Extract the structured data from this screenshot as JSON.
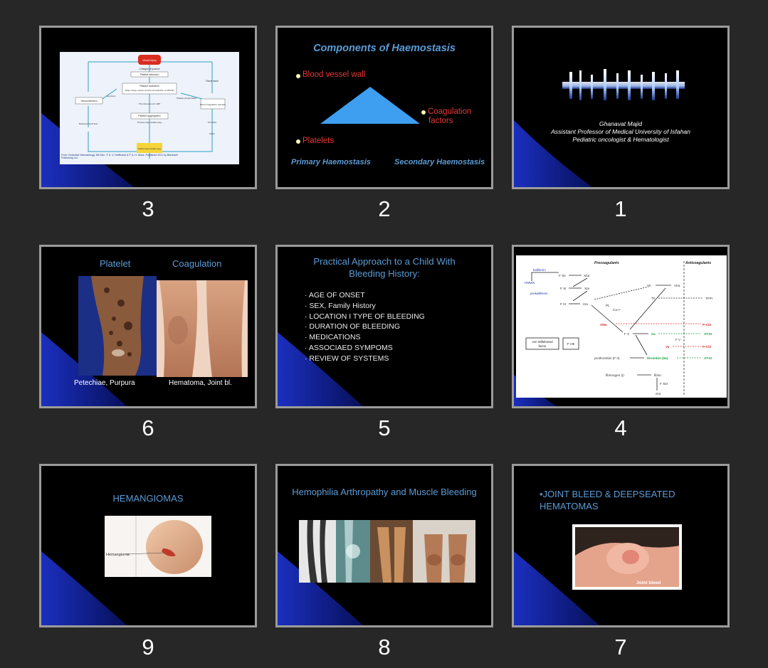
{
  "slides": [
    {
      "number": "3",
      "content": {
        "flow_footer": "From: Essential Haematology, 6th Edn. © A. V. Hoffbrand & P. A. H. Moss. Published 2011 by Blackwell Publishing Ltd.",
        "nodes": [
          "Vessel injury",
          "Collagen exposure",
          "Platelet adhesion",
          "Platelet activation",
          "Shape change, granule secretion and activation of GPIIb/IIIa",
          "Tissue factor",
          "Serotonin",
          "Thromboxane A2, ADP",
          "Vasoconstriction",
          "Platelet phospholipid",
          "Blood coagulation cascade",
          "Platelet aggregation",
          "Reduced blood flow",
          "Primary haemostatic plug",
          "Thrombin",
          "Fibrin",
          "Stable haemostatic plug"
        ]
      }
    },
    {
      "number": "2",
      "content": {
        "title": "Components of Haemostasis",
        "vessel": "Blood vessel wall",
        "coag1": "Coagulation",
        "coag2": "factors",
        "platelets": "Platelets",
        "primary": "Primary Haemostasis",
        "secondary": "Secondary Haemostasis"
      }
    },
    {
      "number": "1",
      "content": {
        "line1": "Ghanavat Majid",
        "line2": "Assistant Professor of Medical University of Isfahan",
        "line3": "Pediatric oncologist & Hematologist"
      }
    },
    {
      "number": "6",
      "content": {
        "platelet": "Platelet",
        "coagulation": "Coagulation",
        "cap_left": "Petechiae, Purpura",
        "cap_right": "Hematoma, Joint bl."
      }
    },
    {
      "number": "5",
      "content": {
        "title1": "Practical Approach to a Child With",
        "title2": "Bleeding History:",
        "bullets": [
          "AGE OF ONSET",
          "SEX, Family History",
          "LOCATION I TYPE OF BLEEDING",
          "DURATION OF BLEEDING",
          "MEDICATIONS",
          "ASSOCIAED SYMPOMS",
          "REVIEW OF SYSTEMS"
        ]
      }
    },
    {
      "number": "4",
      "content": {
        "procoag": "Procoagulants",
        "anticoag": "Anticoagulants",
        "kallikrein": "kallikrein",
        "hmwk": "HMWK",
        "prekallikrein": "prekallikrein",
        "fxii": "F XII",
        "xiia": "XIIa",
        "fxi": "F XI",
        "xia": "XIa",
        "fix": "F IX",
        "ixa": "IXa",
        "vii": "VII",
        "viia": "VIIa",
        "tf": "TF",
        "tfpi": "TFPI",
        "pl": "PL",
        "ca": "Ca++",
        "viiia": "VIIIa",
        "pcs": "P-C/S",
        "fx": "F X",
        "xa": "Xa",
        "at3": "AT-III",
        "fv": "F V",
        "va": "Va",
        "prothrombin": "prothrombin (F II)",
        "thrombin": "thrombin (IIa)",
        "fibrinogen": "fibrinogen (I)",
        "fibrin": "fibrin",
        "fxiii": "F XIII",
        "clot": "clot",
        "vwf1": "von Willebrand",
        "vwf2": "factor",
        "fviii": "F VIII"
      }
    },
    {
      "number": "9",
      "content": {
        "title": "HEMANGIOMAS",
        "label": "Hemangioma"
      }
    },
    {
      "number": "8",
      "content": {
        "title": "Hemophilia Arthropathy and Muscle Bleeding"
      }
    },
    {
      "number": "7",
      "content": {
        "title1": "•JOINT BLEED & DEEPSEATED",
        "title2": "HEMATOMAS",
        "label": "Joint bleed"
      }
    }
  ],
  "colors": {
    "background": "#272727",
    "border": "#9b9b9b",
    "accent": "#5b9bd5",
    "red": "#e53935",
    "yellow": "#fff9b0"
  }
}
